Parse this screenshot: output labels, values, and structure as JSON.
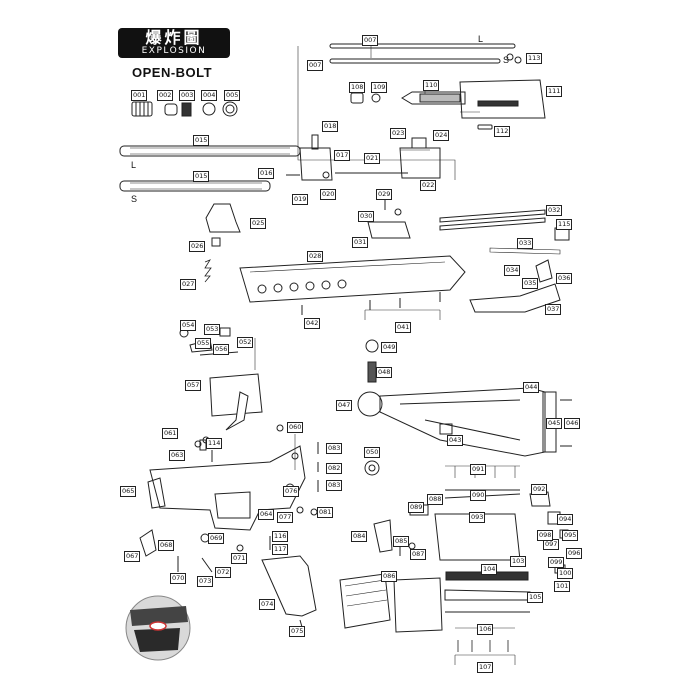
{
  "header": {
    "logo_cn": "爆炸圖",
    "logo_en": "EXPLOSION",
    "subtitle": "OPEN-BOLT"
  },
  "variant_tags": {
    "long": "L",
    "short": "S"
  },
  "parts": [
    "001",
    "002",
    "003",
    "004",
    "005",
    "007",
    "015",
    "016",
    "017",
    "018",
    "019",
    "020",
    "021",
    "022",
    "023",
    "024",
    "025",
    "026",
    "027",
    "028",
    "029",
    "030",
    "031",
    "032",
    "033",
    "034",
    "035",
    "036",
    "037",
    "041",
    "042",
    "043",
    "044",
    "045",
    "046",
    "047",
    "048",
    "049",
    "050",
    "052",
    "053",
    "054",
    "055",
    "056",
    "057",
    "060",
    "061",
    "063",
    "064",
    "065",
    "067",
    "068",
    "069",
    "070",
    "071",
    "072",
    "073",
    "074",
    "075",
    "076",
    "077",
    "081",
    "082",
    "083",
    "084",
    "085",
    "086",
    "087",
    "088",
    "089",
    "090",
    "091",
    "092",
    "093",
    "094",
    "095",
    "096",
    "097",
    "098",
    "099",
    "100",
    "101",
    "103",
    "104",
    "105",
    "106",
    "107",
    "108",
    "109",
    "110",
    "111",
    "112",
    "113",
    "114",
    "115",
    "116",
    "117"
  ]
}
